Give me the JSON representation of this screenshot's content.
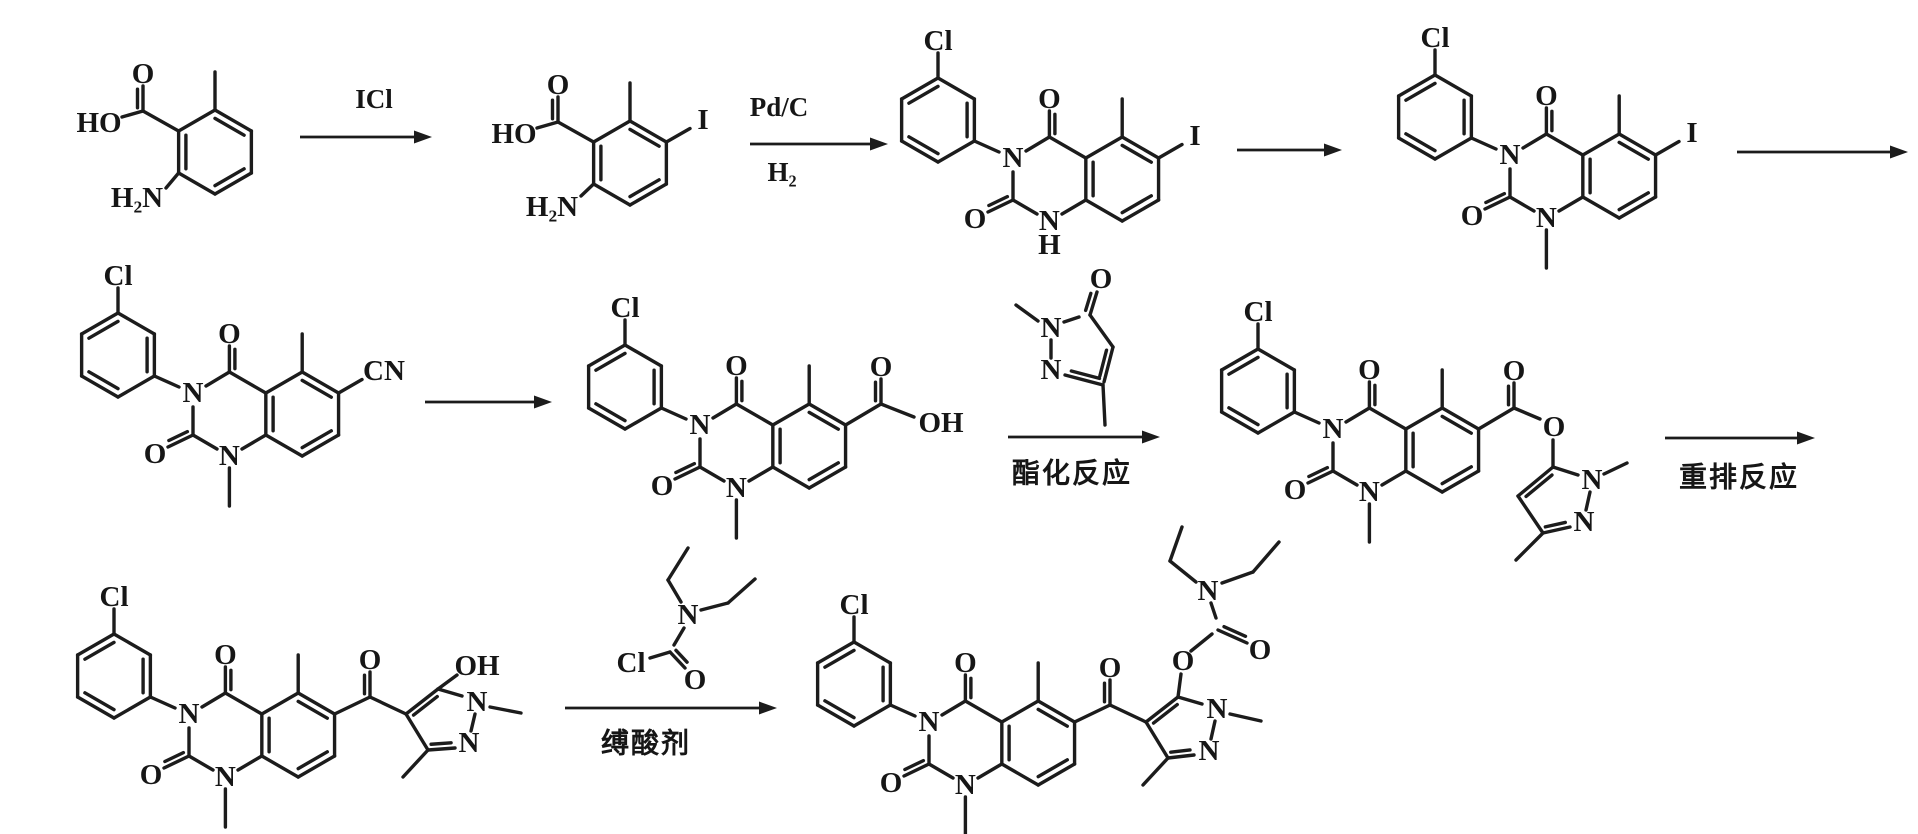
{
  "scheme": {
    "atoms": {
      "O": "O",
      "HO": "HO",
      "OH": "OH",
      "H2N": "H₂N",
      "N": "N",
      "H": "H",
      "Cl": "Cl",
      "I": "I",
      "CN": "CN"
    },
    "arrows": [
      {
        "top": "ICl",
        "bottom": ""
      },
      {
        "top": "Pd/C",
        "bottom": "H₂"
      },
      {
        "top": "",
        "bottom": ""
      },
      {
        "top": "",
        "bottom": ""
      },
      {
        "top": "",
        "bottom": ""
      },
      {
        "top": "",
        "bottom": "酯化反应"
      },
      {
        "top": "",
        "bottom": "重排反应"
      },
      {
        "top": "",
        "bottom": "缚酸剂"
      }
    ]
  }
}
